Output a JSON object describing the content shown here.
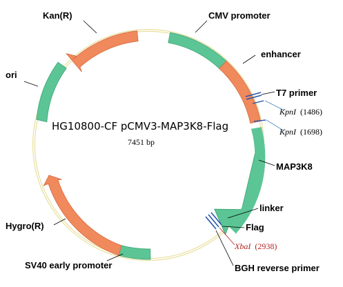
{
  "plasmid": {
    "name": "HG10800-CF pCMV3-MAP3K8-Flag",
    "size_label": "7451 bp"
  },
  "features": {
    "cmv_promoter": "CMV promoter",
    "enhancer": "enhancer",
    "t7_primer": "T7 primer",
    "map3k8": "MAP3K8",
    "linker": "linker",
    "flag": "Flag",
    "bgh_reverse_primer": "BGH reverse primer",
    "sv40_early_promoter": "SV40 early promoter",
    "hygro": "Hygro(R)",
    "ori": "ori",
    "kan": "Kan(R)"
  },
  "sites": {
    "kpn1_a": {
      "name": "KpnI",
      "position": "(1486)"
    },
    "kpn1_b": {
      "name": "KpnI",
      "position": "(1698)"
    },
    "xba1": {
      "name": "XbaI",
      "position": "(2938)"
    }
  },
  "colors": {
    "backbone": "#e8df9c",
    "promoter_green": "#5cc596",
    "resistance_orange": "#f0895c",
    "primer_blue": "#2855a8",
    "kpn_line": "#4f86c0",
    "xba_text": "#b22222"
  }
}
